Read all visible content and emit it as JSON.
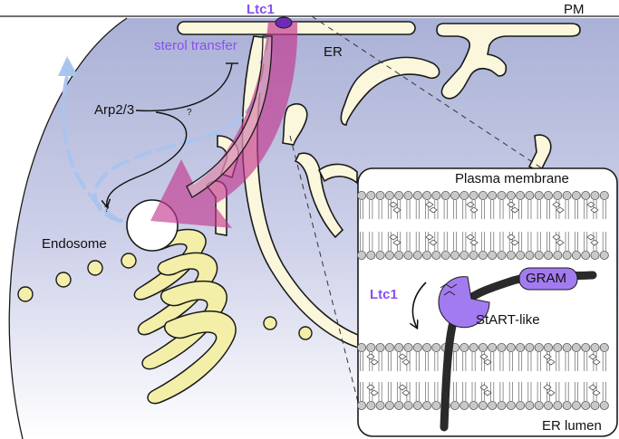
{
  "labels": {
    "ltc1_top": "Ltc1",
    "pm": "PM",
    "sterol_transfer": "sterol transfer",
    "er": "ER",
    "arp23": "Arp2/3",
    "question_upper": "?",
    "question_lower": "?",
    "endosome": "Endosome",
    "plasma_membrane": "Plasma membrane",
    "gram": "GRAM",
    "ltc1_inset": "Ltc1",
    "start_like": "StART-like",
    "er_lumen": "ER lumen"
  },
  "colors": {
    "cell_gradient_top": "#aeb4d8",
    "cell_gradient_bottom": "#ffffff",
    "er_fill": "#fbf7dc",
    "er_stroke": "#1a1a1a",
    "golgi_fill": "#f4efa8",
    "vesicle_fill": "#f4efa8",
    "sterol_flow": "#c8479a",
    "dashed_path": "#a9c4ee",
    "ltc1_purple": "#8a4ff0",
    "membrane_head": "#c9c9c9",
    "tether": "#2a2a2a"
  }
}
